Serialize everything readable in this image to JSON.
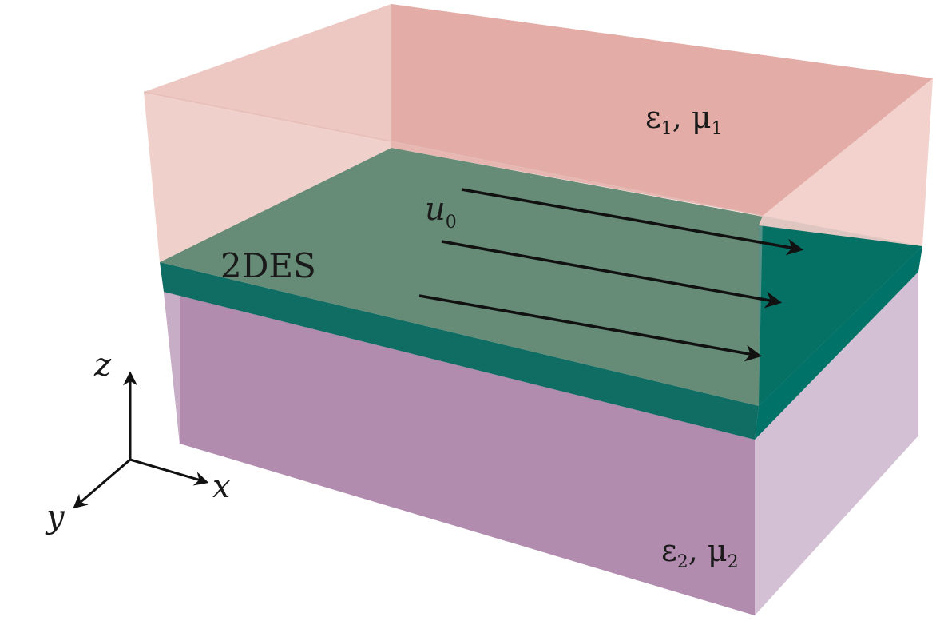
{
  "labels": {
    "top_medium": {
      "eps": "ε",
      "eps_sub": "1",
      "sep": ", ",
      "mu": "μ",
      "mu_sub": "1"
    },
    "bottom_medium": {
      "eps": "ε",
      "eps_sub": "2",
      "sep": ", ",
      "mu": "μ",
      "mu_sub": "2"
    },
    "sheet": "2DES",
    "drift_velocity": {
      "base": "u",
      "sub": "0"
    },
    "axes": {
      "x": "x",
      "y": "y",
      "z": "z"
    }
  },
  "colors": {
    "top_medium": "#e8a8a1",
    "bottom_medium": "#b993b3",
    "sheet_top": "#1e6b4e",
    "sheet_front": "#0f6d63",
    "sheet_side": "#007268",
    "arrows": "#111111"
  },
  "icons": [
    "arrow-right-icon",
    "axis-triad-icon"
  ]
}
